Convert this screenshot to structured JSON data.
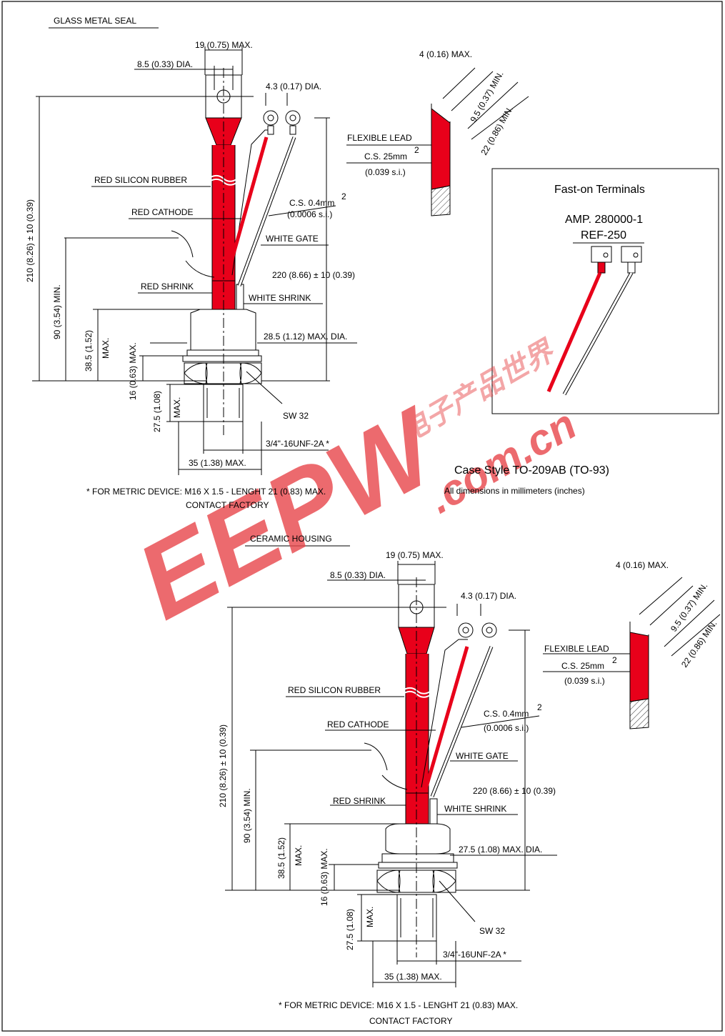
{
  "top": {
    "section_title": "GLASS METAL SEAL",
    "d_top_width": "19 (0.75) MAX.",
    "d_hole": "8.5 (0.33) DIA.",
    "d_ring": "4.3 (0.17) DIA.",
    "d_total": "210 (8.26) ± 10 (0.39)",
    "d_min90": "90 (3.54) MIN.",
    "d_385": "38.5 (1.52)",
    "d_385_max": "MAX.",
    "d_16": "16 (0.63) MAX.",
    "d_275": "27.5 (1.08)",
    "d_275_max": "MAX.",
    "d_220": "220 (8.66) ± 10 (0.39)",
    "d_dia": "28.5 (1.12) MAX. DIA.",
    "sw": "SW 32",
    "thread": "3/4\"-16UNF-2A *",
    "d_35": "35 (1.38) MAX.",
    "lbl_rubber": "RED SILICON RUBBER",
    "lbl_cathode": "RED CATHODE",
    "lbl_cs": "C.S. 0.4mm",
    "lbl_cs_sup": "2",
    "lbl_cs_si": "(0.0006 s.i.)",
    "lbl_gate": "WHITE GATE",
    "lbl_red_shrink": "RED SHRINK",
    "lbl_white_shrink": "WHITE SHRINK",
    "footnote": "* FOR METRIC DEVICE: M16 X 1.5 - LENGHT 21 (0.83) MAX.",
    "footnote2": "CONTACT FACTORY"
  },
  "flex_lead": {
    "d_4": "4 (0.16) MAX.",
    "d_95": "9.5 (0.37) MIN.",
    "d_22": "22 (0.86) MIN.",
    "lbl_flex": "FLEXIBLE LEAD",
    "lbl_cs": "C.S. 25mm",
    "lbl_cs_sup": "2",
    "lbl_cs_si": "(0.039 s.i.)"
  },
  "terminals": {
    "title": "Fast-on Terminals",
    "amp": "AMP. 280000-1",
    "ref": "REF-250"
  },
  "case": {
    "style": "Case Style TO-209AB (TO-93)",
    "units": "All dimensions in millimeters (inches)"
  },
  "bottom": {
    "section_title": "CERAMIC HOUSING",
    "d_top_width": "19 (0.75) MAX.",
    "d_hole": "8.5 (0.33) DIA.",
    "d_ring": "4.3 (0.17) DIA.",
    "d_total": "210 (8.26) ± 10 (0.39)",
    "d_min90": "90 (3.54) MIN.",
    "d_385": "38.5 (1.52)",
    "d_385_max": "MAX.",
    "d_16": "16 (0.63) MAX.",
    "d_275": "27.5 (1.08)",
    "d_275_max": "MAX.",
    "d_220": "220 (8.66) ± 10 (0.39)",
    "d_dia": "27.5 (1.08) MAX. DIA.",
    "sw": "SW 32",
    "thread": "3/4\"-16UNF-2A *",
    "d_35": "35 (1.38) MAX.",
    "lbl_rubber": "RED SILICON RUBBER",
    "lbl_cathode": "RED CATHODE",
    "lbl_cs": "C.S. 0.4mm",
    "lbl_cs_sup": "2",
    "lbl_cs_si": "(0.0006 s.i.)",
    "lbl_gate": "WHITE GATE",
    "lbl_red_shrink": "RED SHRINK",
    "lbl_white_shrink": "WHITE SHRINK",
    "footnote": "* FOR METRIC DEVICE: M16 X 1.5 - LENGHT 21 (0.83) MAX.",
    "footnote2": "CONTACT FACTORY",
    "flex_d_4": "4 (0.16) MAX.",
    "flex_d_95": "9.5 (0.37) MIN.",
    "flex_d_22": "22 (0.86) MIN.",
    "flex_lbl": "FLEXIBLE LEAD",
    "flex_cs": "C.S. 25mm",
    "flex_cs_sup": "2",
    "flex_cs_si": "(0.039 s.i.)"
  },
  "watermark": {
    "logo": "EEPW",
    "domain": ".com.cn",
    "chinese": "电子产品世界"
  },
  "colors": {
    "red": "#e8001a",
    "line": "#000000",
    "watermark": "#e8464a"
  }
}
